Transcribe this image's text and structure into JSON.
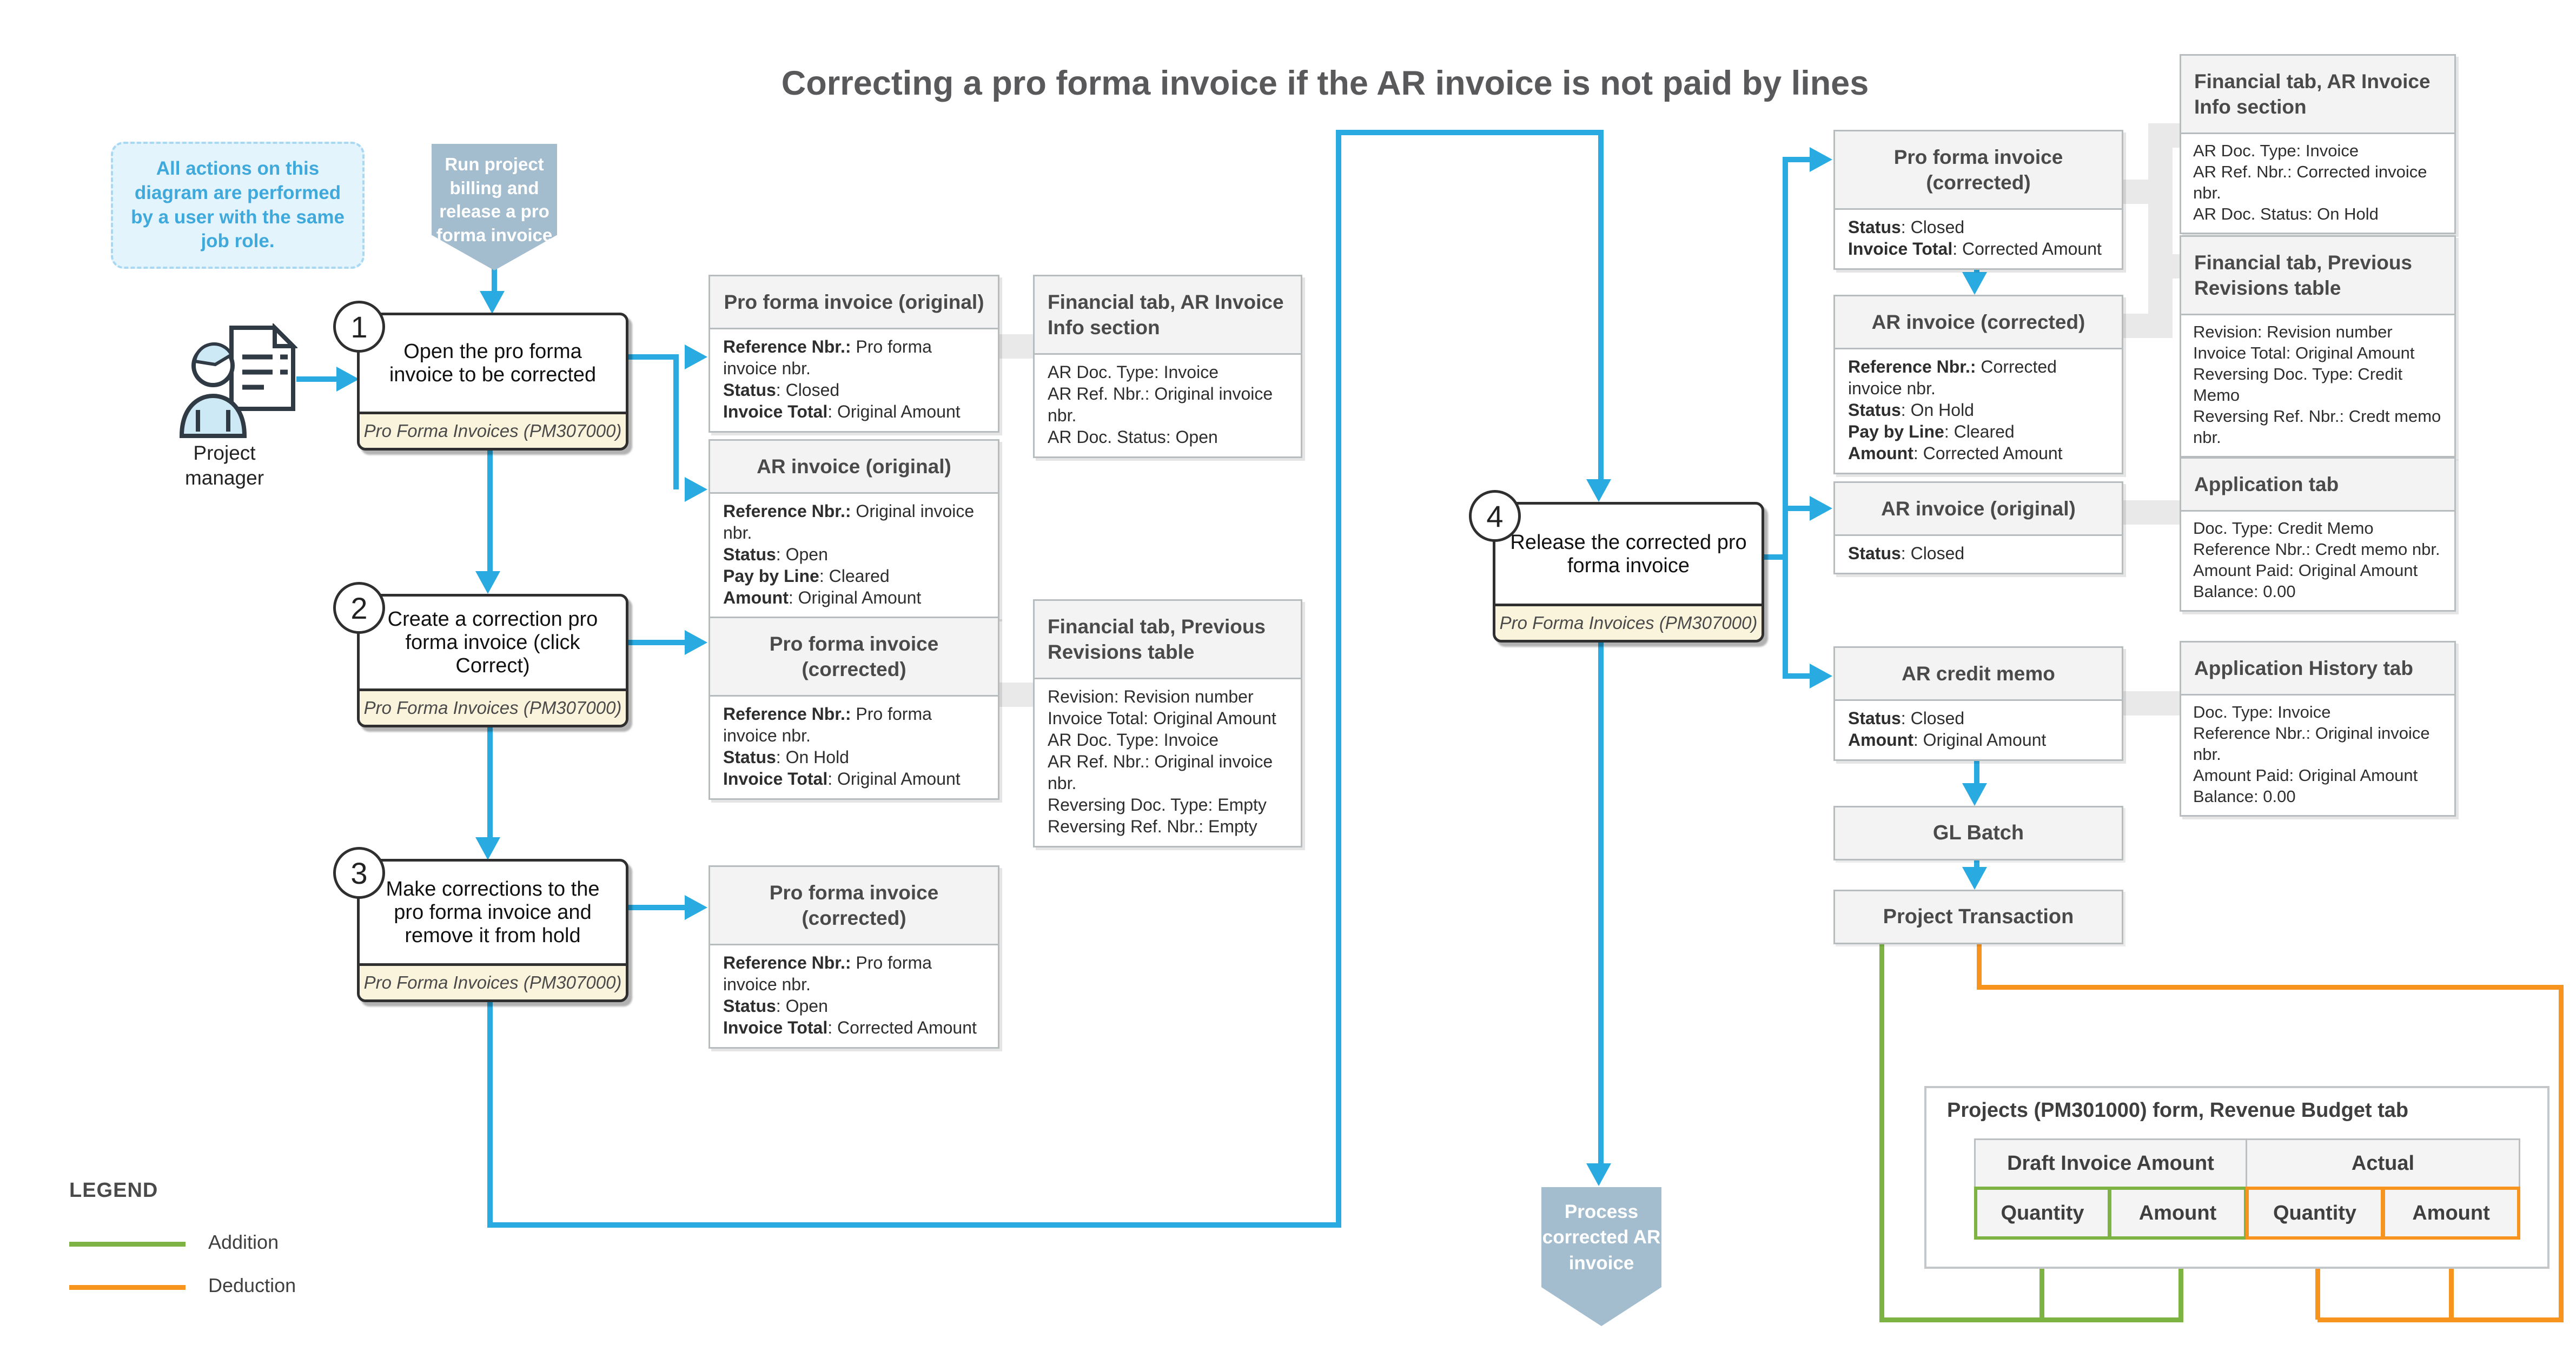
{
  "title": "Correcting a pro forma invoice if the AR invoice is not paid by lines",
  "note": "All actions on this diagram are performed by a user with the same job role.",
  "actor": "Project manager",
  "banners": {
    "start": "Run project billing and release a pro forma invoice",
    "end": "Process corrected AR invoice"
  },
  "steps": [
    {
      "num": "1",
      "text": "Open the pro forma invoice to be corrected",
      "form": "Pro Forma Invoices (PM307000)"
    },
    {
      "num": "2",
      "text": "Create a correction pro forma invoice (click Correct)",
      "form": "Pro Forma Invoices (PM307000)"
    },
    {
      "num": "3",
      "text": "Make corrections to the pro forma invoice and remove it from hold",
      "form": "Pro Forma Invoices (PM307000)"
    },
    {
      "num": "4",
      "text": "Release the corrected pro forma invoice",
      "form": "Pro Forma Invoices (PM307000)"
    }
  ],
  "boxes": {
    "pf_original": {
      "title": "Pro forma invoice (original)",
      "lines": [
        {
          "b": "Reference Nbr.:",
          "t": " Pro forma invoice nbr."
        },
        {
          "b": "Status",
          "t": ": Closed"
        },
        {
          "b": "Invoice Total",
          "t": ": Original Amount"
        }
      ]
    },
    "fin_ar_info_left": {
      "title": "Financial tab, AR Invoice Info section",
      "lines": [
        {
          "t": "AR Doc. Type: Invoice"
        },
        {
          "t": "AR Ref. Nbr.: Original invoice nbr."
        },
        {
          "t": "AR Doc. Status: Open"
        }
      ]
    },
    "ar_original_left": {
      "title": "AR invoice (original)",
      "lines": [
        {
          "b": "Reference Nbr.:",
          "t": " Original invoice nbr."
        },
        {
          "b": "Status",
          "t": ": Open"
        },
        {
          "b": "Pay by Line",
          "t": ": Cleared"
        },
        {
          "b": "Amount",
          "t": ": Original Amount"
        }
      ]
    },
    "pf_corrected_step2": {
      "title": "Pro forma invoice (corrected)",
      "lines": [
        {
          "b": "Reference Nbr.:",
          "t": " Pro forma invoice nbr."
        },
        {
          "b": "Status",
          "t": ": On Hold"
        },
        {
          "b": "Invoice Total",
          "t": ": Original Amount"
        }
      ]
    },
    "fin_prev_rev_left": {
      "title": "Financial tab, Previous Revisions table",
      "lines": [
        {
          "t": "Revision: Revision number"
        },
        {
          "t": "Invoice Total: Original Amount"
        },
        {
          "t": "AR Doc. Type: Invoice"
        },
        {
          "t": "AR Ref. Nbr.: Original invoice nbr."
        },
        {
          "t": "Reversing Doc. Type: Empty"
        },
        {
          "t": "Reversing Ref. Nbr.: Empty"
        }
      ]
    },
    "pf_corrected_step3": {
      "title": "Pro forma invoice (corrected)",
      "lines": [
        {
          "b": "Reference Nbr.:",
          "t": " Pro forma invoice nbr."
        },
        {
          "b": "Status",
          "t": ": Open"
        },
        {
          "b": "Invoice Total",
          "t": ": Corrected Amount"
        }
      ]
    },
    "pf_corrected_right": {
      "title": "Pro forma invoice (corrected)",
      "lines": [
        {
          "b": "Status",
          "t": ": Closed"
        },
        {
          "b": "Invoice Total",
          "t": ": Corrected Amount"
        }
      ]
    },
    "ar_corrected_right": {
      "title": "AR invoice (corrected)",
      "lines": [
        {
          "b": "Reference Nbr.:",
          "t": " Corrected invoice nbr."
        },
        {
          "b": "Status",
          "t": ": On Hold"
        },
        {
          "b": "Pay by Line",
          "t": ": Cleared"
        },
        {
          "b": "Amount",
          "t": ": Corrected Amount"
        }
      ]
    },
    "ar_original_right": {
      "title": "AR invoice (original)",
      "lines": [
        {
          "b": "Status",
          "t": ": Closed"
        }
      ]
    },
    "ar_credit_memo": {
      "title": "AR credit memo",
      "lines": [
        {
          "b": "Status",
          "t": ": Closed"
        },
        {
          "b": "Amount",
          "t": ": Original Amount"
        }
      ]
    },
    "gl_batch": {
      "title": "GL Batch"
    },
    "project_transaction": {
      "title": "Project Transaction"
    },
    "fin_ar_info_right": {
      "title": "Financial tab, AR Invoice Info section",
      "lines": [
        {
          "t": "AR Doc. Type: Invoice"
        },
        {
          "t": "AR Ref. Nbr.: Corrected invoice nbr."
        },
        {
          "t": "AR Doc. Status: On Hold"
        }
      ]
    },
    "fin_prev_rev_right": {
      "title": "Financial tab, Previous Revisions table",
      "lines": [
        {
          "t": "Revision: Revision number"
        },
        {
          "t": "Invoice Total: Original Amount"
        },
        {
          "t": "Reversing Doc. Type: Credit Memo"
        },
        {
          "t": "Reversing Ref. Nbr.: Credt memo nbr."
        }
      ]
    },
    "application_tab": {
      "title": "Application tab",
      "lines": [
        {
          "t": "Doc. Type: Credit Memo"
        },
        {
          "t": "Reference Nbr.: Credt memo nbr."
        },
        {
          "t": "Amount Paid: Original Amount"
        },
        {
          "t": "Balance: 0.00"
        }
      ]
    },
    "application_history_tab": {
      "title": "Application History tab",
      "lines": [
        {
          "t": "Doc. Type: Invoice"
        },
        {
          "t": "Reference Nbr.: Original invoice nbr."
        },
        {
          "t": "Amount Paid: Original Amount"
        },
        {
          "t": "Balance: 0.00"
        }
      ]
    }
  },
  "revenue_table": {
    "title": "Projects (PM301000) form, Revenue Budget tab",
    "groups": [
      {
        "label": "Draft Invoice Amount",
        "color": "#7CB342",
        "columns": [
          "Quantity",
          "Amount"
        ]
      },
      {
        "label": "Actual",
        "color": "#F7941D",
        "columns": [
          "Quantity",
          "Amount"
        ]
      }
    ]
  },
  "legend": {
    "title": "LEGEND",
    "items": [
      {
        "label": "Addition",
        "color": "#7CB342"
      },
      {
        "label": "Deduction",
        "color": "#F7941D"
      }
    ]
  },
  "colors": {
    "flow_blue": "#29ABE2",
    "addition_green": "#7CB342",
    "deduction_orange": "#F7941D",
    "banner_blue_gray": "#A3BDCE",
    "note_blue": "#3FA9DC",
    "form_strip_yellow": "#FBF4DC"
  }
}
